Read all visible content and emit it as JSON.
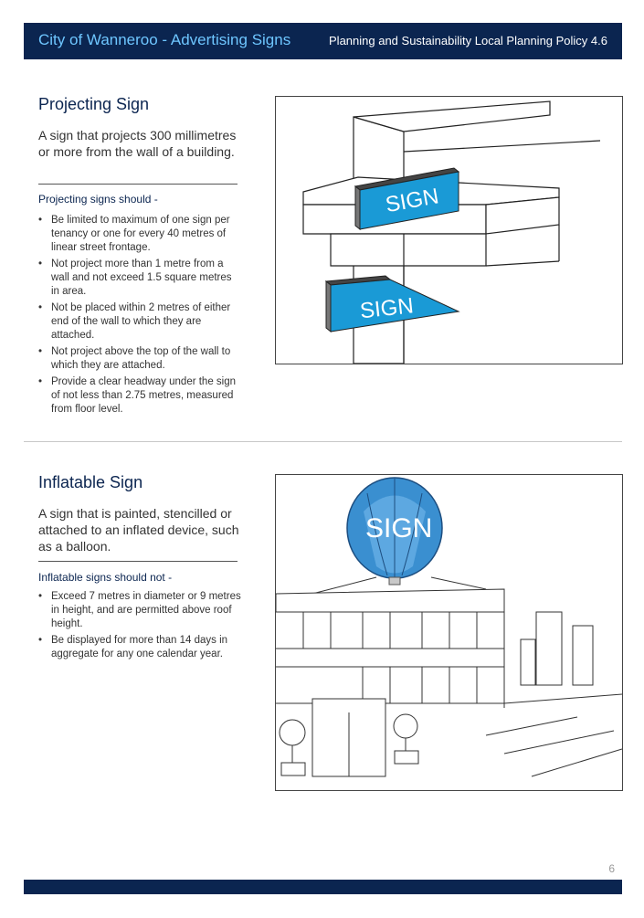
{
  "header": {
    "left_title": "City of Wanneroo - Advertising Signs",
    "right_title": "Planning and Sustainability Local Planning Policy 4.6"
  },
  "projecting": {
    "title": "Projecting Sign",
    "lead": "A sign that projects 300 millimetres or more from the wall of a building.",
    "should_label": "Projecting signs should -",
    "bullets": [
      "Be limited to maximum of one sign per tenancy or one for every 40 metres of linear street frontage.",
      "Not project more than 1 metre from a wall and not exceed 1.5 square metres in area.",
      "Not be placed within 2 metres of either end of the wall to which they are attached.",
      "Not project above the top of the wall to which they are attached.",
      "Provide a clear headway under the sign of not less than 2.75 metres, measured from floor level."
    ],
    "sign_text_1": "SIGN",
    "sign_text_2": "SIGN"
  },
  "inflatable": {
    "title": "Inflatable Sign",
    "lead": "A sign that is painted, stencilled or attached to an inflated device, such as a balloon.",
    "should_label": "Inflatable signs should not -",
    "bullets": [
      "Exceed 7 metres in diameter or 9 metres in height, and are permitted above roof height.",
      "Be displayed for more than 14 days in aggregate for any one calendar year."
    ],
    "balloon_text": "SIGN"
  },
  "page_number": "6",
  "colors": {
    "navy": "#0b2550",
    "header_text_accent": "#6ec6ff",
    "sign_blue": "#1a9ad6",
    "balloon_blue": "#3a8fd0"
  }
}
